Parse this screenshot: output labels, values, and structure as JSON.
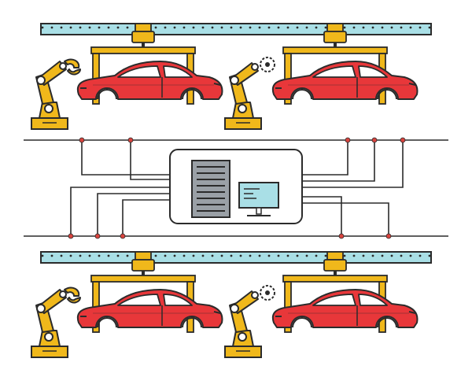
{
  "scene": {
    "type": "illustration",
    "palette": {
      "outline": "#2b2b2b",
      "rail": "#a9dfe6",
      "rail_dots": "#2b2b2b",
      "robot": "#f0b81b",
      "car_body": "#e8373a",
      "wire_node": "#d9443e",
      "server_gray": "#9aa0a6",
      "monitor_screen": "#a9dfe6",
      "background": "#ffffff"
    },
    "icons": [
      "conveyor-rail",
      "industrial-robot-arm",
      "gripper-claw",
      "saw-blade",
      "car",
      "car-lift-frame",
      "server-rack",
      "computer-monitor",
      "circuit-wire"
    ],
    "lines": [
      {
        "name": "top-assembly-line",
        "stations": [
          "gripper",
          "saw"
        ]
      },
      {
        "name": "bottom-assembly-line",
        "stations": [
          "gripper",
          "saw"
        ]
      }
    ]
  }
}
